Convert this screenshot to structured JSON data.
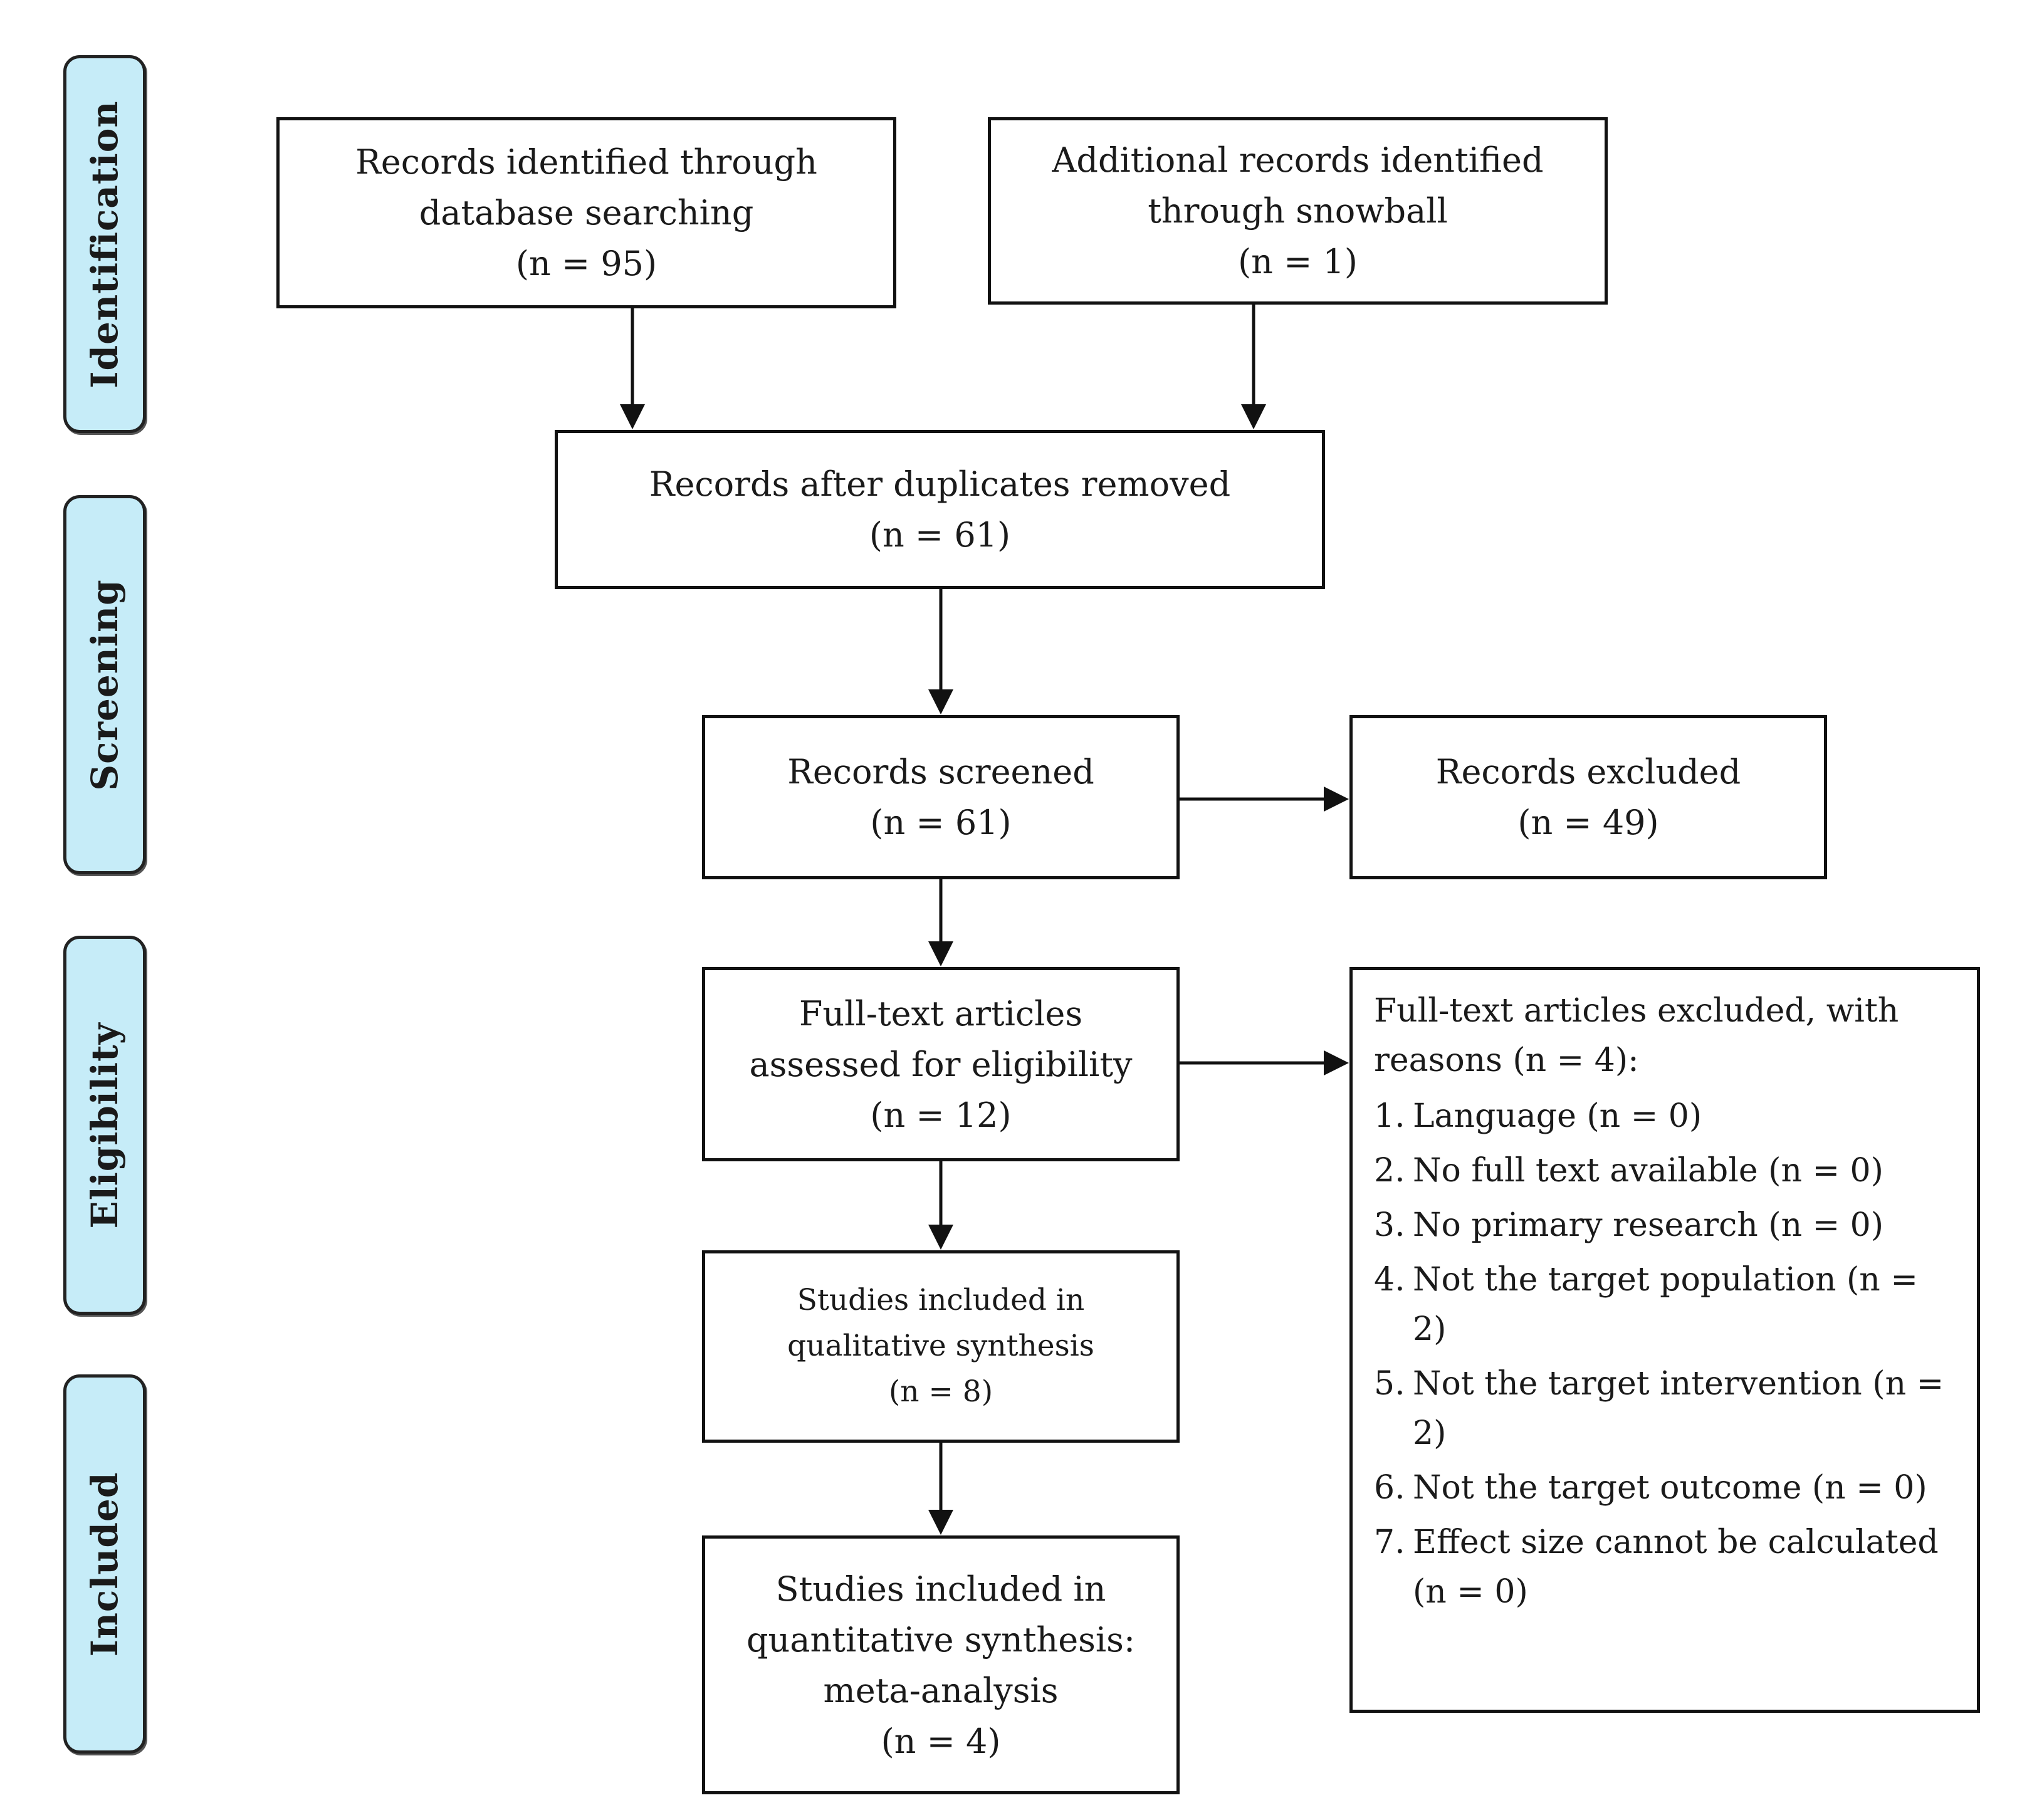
{
  "phases": {
    "identification": "Identification",
    "screening": "Screening",
    "eligibility": "Eligibility",
    "included": "Included"
  },
  "boxes": {
    "database": {
      "line1": "Records identified through",
      "line2": "database searching",
      "count": "(n = 95)"
    },
    "snowball": {
      "line1": "Additional records identified",
      "line2": "through snowball",
      "count": "(n = 1)"
    },
    "duplicates_removed": {
      "line1": "Records after duplicates removed",
      "count": "(n = 61)"
    },
    "screened": {
      "line1": "Records screened",
      "count": "(n = 61)"
    },
    "excluded": {
      "line1": "Records excluded",
      "count": "(n = 49)"
    },
    "fulltext_assessed": {
      "line1": "Full-text articles",
      "line2": "assessed for eligibility",
      "count": "(n = 12)"
    },
    "qualitative": {
      "line1": "Studies included in",
      "line2": "qualitative synthesis",
      "count": "(n = 8)"
    },
    "quantitative": {
      "line1": "Studies included in",
      "line2": "quantitative synthesis:",
      "line3": "meta-analysis",
      "count": "(n = 4)"
    },
    "fulltext_excluded": {
      "heading": "Full-text articles excluded, with reasons (n = 4):",
      "reasons": [
        {
          "num": "1.",
          "text": "Language (n = 0)"
        },
        {
          "num": "2.",
          "text": "No full text available (n = 0)"
        },
        {
          "num": "3.",
          "text": "No primary research (n = 0)"
        },
        {
          "num": "4.",
          "text": "Not the target population (n = 2)"
        },
        {
          "num": "5.",
          "text": "Not the target intervention (n = 2)"
        },
        {
          "num": "6.",
          "text": "Not the target outcome (n = 0)"
        },
        {
          "num": "7.",
          "text": "Effect size cannot be calculated (n = 0)"
        }
      ]
    }
  }
}
